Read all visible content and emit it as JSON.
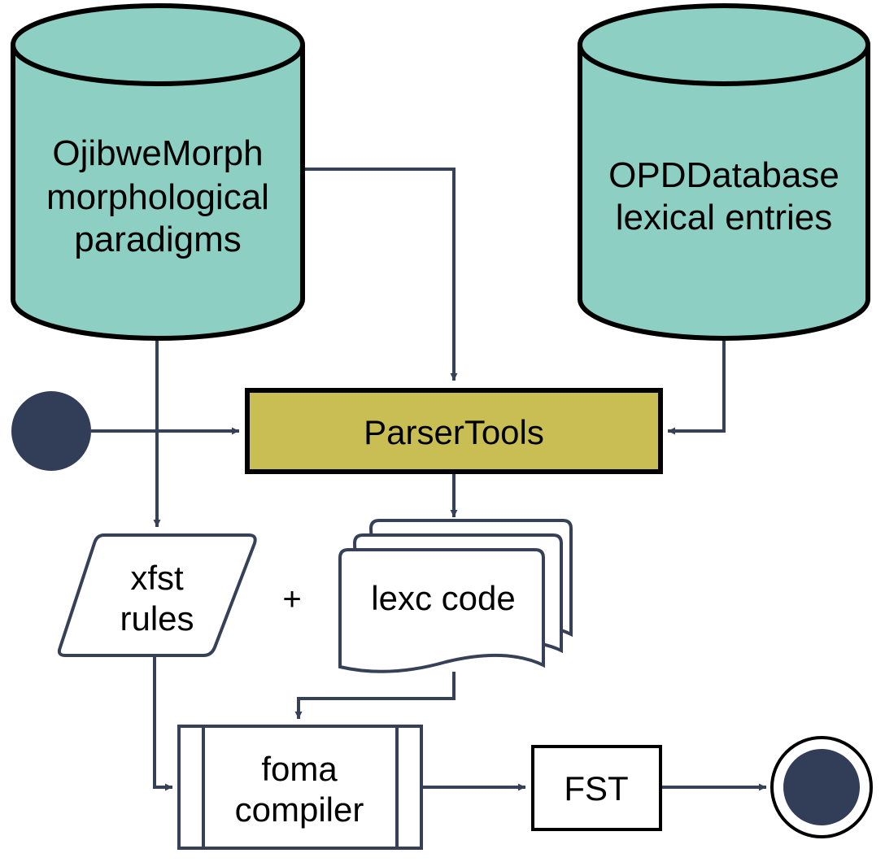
{
  "colors": {
    "cylinder_fill": "#8dcfc3",
    "cylinder_stroke": "#000000",
    "parsertools_fill": "#c8be53",
    "arrow": "#364157",
    "node_fill": "#323d57",
    "document_stroke": "#364157"
  },
  "nodes": {
    "ojibwe_db": {
      "line1": "OjibweMorph",
      "line2": "morphological",
      "line3": "paradigms"
    },
    "opd_db": {
      "line1": "OPDDatabase",
      "line2": "lexical entries"
    },
    "parsertools": {
      "label": "ParserTools"
    },
    "xfst": {
      "line1": "xfst",
      "line2": "rules"
    },
    "plus": {
      "label": "+"
    },
    "lexc": {
      "label": "lexc code"
    },
    "foma": {
      "line1": "foma",
      "line2": "compiler"
    },
    "fst": {
      "label": "FST"
    }
  }
}
